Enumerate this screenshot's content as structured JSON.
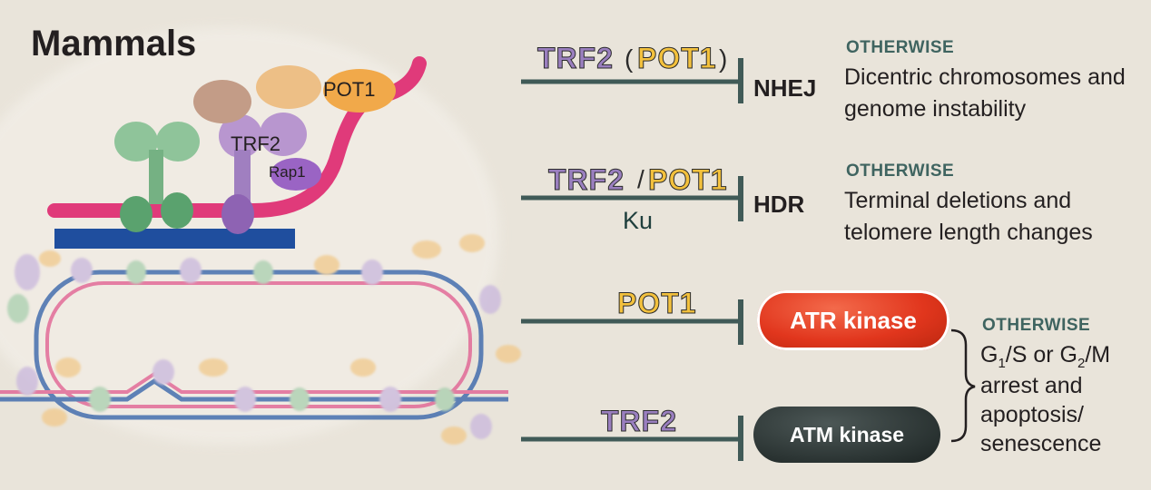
{
  "title": "Mammals",
  "proteins": {
    "pot1": "POT1",
    "trf2": "TRF2",
    "rap1": "Rap1"
  },
  "rows": [
    {
      "inhibitor_a": "TRF2",
      "paren_open": "(",
      "inhibitor_b": "POT1",
      "paren_close": ")",
      "target": "NHEJ",
      "otherwise_label": "OTHERWISE",
      "consequence": "Dicentric chromosomes and genome instability"
    },
    {
      "inhibitor_a": "TRF2",
      "separator": "/",
      "inhibitor_b": "POT1",
      "sub_inhibitor": "Ku",
      "target": "HDR",
      "otherwise_label": "OTHERWISE",
      "consequence": "Terminal deletions and telomere length changes"
    },
    {
      "inhibitor": "POT1",
      "target": "ATR kinase"
    },
    {
      "inhibitor": "TRF2",
      "target": "ATM kinase"
    }
  ],
  "shared_outcome": {
    "otherwise_label": "OTHERWISE",
    "line1_a": "G",
    "line1_sub1": "1",
    "line1_b": "/S or G",
    "line1_sub2": "2",
    "line1_c": "/M",
    "line2": "arrest and",
    "line3": "apoptosis/",
    "line4": "senescence"
  },
  "colors": {
    "background": "#e9e4da",
    "trf2_purple": "#9a7fbf",
    "pot1_yellow": "#f3c13d",
    "inhibition_bar": "#405a57",
    "atr_red": "#e1361d",
    "atm_dark": "#2a3332",
    "dna_pink": "#e03a7a",
    "dna_blue": "#1f4e9e"
  }
}
